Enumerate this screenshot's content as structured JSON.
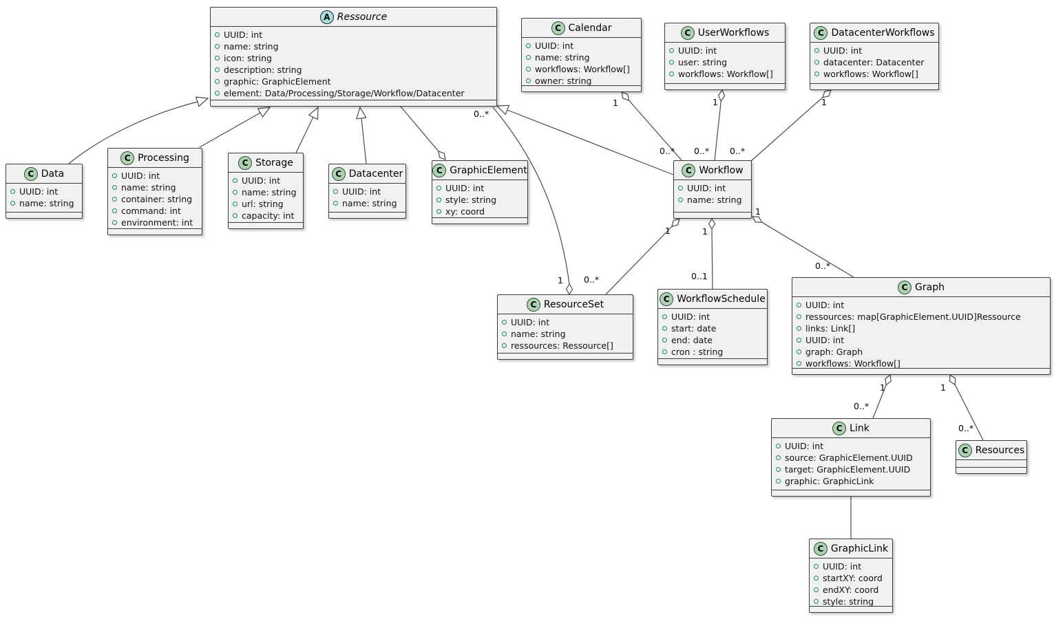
{
  "diagram": {
    "kind": "uml-class-diagram",
    "colors": {
      "box_fill": "#F1F1F1",
      "box_border": "#3a3a3a",
      "class_icon_fill": "#ADD1B2",
      "abstract_icon_fill": "#A9DCDF",
      "field_bullet_green": "#1C8C4E",
      "edge_line": "#4a4a4a"
    }
  },
  "icons": {
    "class_letter": "C",
    "abstract_letter": "A"
  },
  "classes": [
    {
      "name": "Ressource",
      "stereotype": "abstract",
      "attributes": [
        "UUID: int",
        "name: string",
        "icon: string",
        "description: string",
        "graphic: GraphicElement",
        "element: Data/Processing/Storage/Workflow/Datacenter"
      ]
    },
    {
      "name": "Calendar",
      "stereotype": "class",
      "attributes": [
        "UUID: int",
        "name: string",
        "workflows: Workflow[]",
        "owner: string"
      ]
    },
    {
      "name": "UserWorkflows",
      "stereotype": "class",
      "attributes": [
        "UUID: int",
        "user: string",
        "workflows: Workflow[]"
      ]
    },
    {
      "name": "DatacenterWorkflows",
      "stereotype": "class",
      "attributes": [
        "UUID: int",
        "datacenter: Datacenter",
        "workflows: Workflow[]"
      ]
    },
    {
      "name": "Data",
      "stereotype": "class",
      "attributes": [
        "UUID: int",
        "name: string"
      ]
    },
    {
      "name": "Processing",
      "stereotype": "class",
      "attributes": [
        "UUID: int",
        "name: string",
        "container: string",
        "command: int",
        "environment: int"
      ]
    },
    {
      "name": "Storage",
      "stereotype": "class",
      "attributes": [
        "UUID: int",
        "name: string",
        "url: string",
        "capacity: int"
      ]
    },
    {
      "name": "Datacenter",
      "stereotype": "class",
      "attributes": [
        "UUID: int",
        "name: string"
      ]
    },
    {
      "name": "GraphicElement",
      "stereotype": "class",
      "attributes": [
        "UUID: int",
        "style: string",
        "xy: coord"
      ]
    },
    {
      "name": "Workflow",
      "stereotype": "class",
      "attributes": [
        "UUID: int",
        "name: string"
      ]
    },
    {
      "name": "ResourceSet",
      "stereotype": "class",
      "attributes": [
        "UUID: int",
        "name: string",
        "ressources: Ressource[]"
      ]
    },
    {
      "name": "WorkflowSchedule",
      "stereotype": "class",
      "attributes": [
        "UUID: int",
        "start: date",
        "end: date",
        "cron : string"
      ]
    },
    {
      "name": "Graph",
      "stereotype": "class",
      "attributes": [
        "UUID: int",
        "ressources: map[GraphicElement.UUID]Ressource",
        "links: Link[]",
        "UUID: int",
        "graph: Graph",
        "workflows: Workflow[]"
      ]
    },
    {
      "name": "Link",
      "stereotype": "class",
      "attributes": [
        "UUID: int",
        "source: GraphicElement.UUID",
        "target: GraphicElement.UUID",
        "graphic: GraphicLink"
      ]
    },
    {
      "name": "Resources",
      "stereotype": "class",
      "attributes": []
    },
    {
      "name": "GraphicLink",
      "stereotype": "class",
      "attributes": [
        "UUID: int",
        "startXY: coord",
        "endXY: coord",
        "style: string"
      ]
    }
  ],
  "relations": [
    {
      "from": "Data",
      "to": "Ressource",
      "type": "extends"
    },
    {
      "from": "Processing",
      "to": "Ressource",
      "type": "extends"
    },
    {
      "from": "Storage",
      "to": "Ressource",
      "type": "extends"
    },
    {
      "from": "Datacenter",
      "to": "Ressource",
      "type": "extends"
    },
    {
      "from": "Workflow",
      "to": "Ressource",
      "type": "extends"
    },
    {
      "from": "GraphicElement",
      "to": "Ressource",
      "type": "aggregation"
    },
    {
      "from": "Calendar",
      "to": "Workflow",
      "type": "aggregation",
      "from_label": "1",
      "to_label": "0..*"
    },
    {
      "from": "UserWorkflows",
      "to": "Workflow",
      "type": "aggregation",
      "from_label": "1",
      "to_label": "0..*"
    },
    {
      "from": "DatacenterWorkflows",
      "to": "Workflow",
      "type": "aggregation",
      "from_label": "1",
      "to_label": "0..*"
    },
    {
      "from": "ResourceSet",
      "to": "Ressource",
      "type": "aggregation",
      "from_label": "1",
      "to_label": "0..*"
    },
    {
      "from": "Workflow",
      "to": "ResourceSet",
      "type": "aggregation",
      "from_label": "1",
      "to_label": "0..*"
    },
    {
      "from": "Workflow",
      "to": "WorkflowSchedule",
      "type": "aggregation",
      "from_label": "1",
      "to_label": "0..1"
    },
    {
      "from": "Workflow",
      "to": "Graph",
      "type": "aggregation",
      "from_label": "1",
      "to_label": "0..*"
    },
    {
      "from": "Graph",
      "to": "Link",
      "type": "aggregation",
      "from_label": "1",
      "to_label": "0..*"
    },
    {
      "from": "Graph",
      "to": "Resources",
      "type": "aggregation",
      "from_label": "1",
      "to_label": "0..*"
    },
    {
      "from": "Link",
      "to": "GraphicLink",
      "type": "association"
    }
  ]
}
